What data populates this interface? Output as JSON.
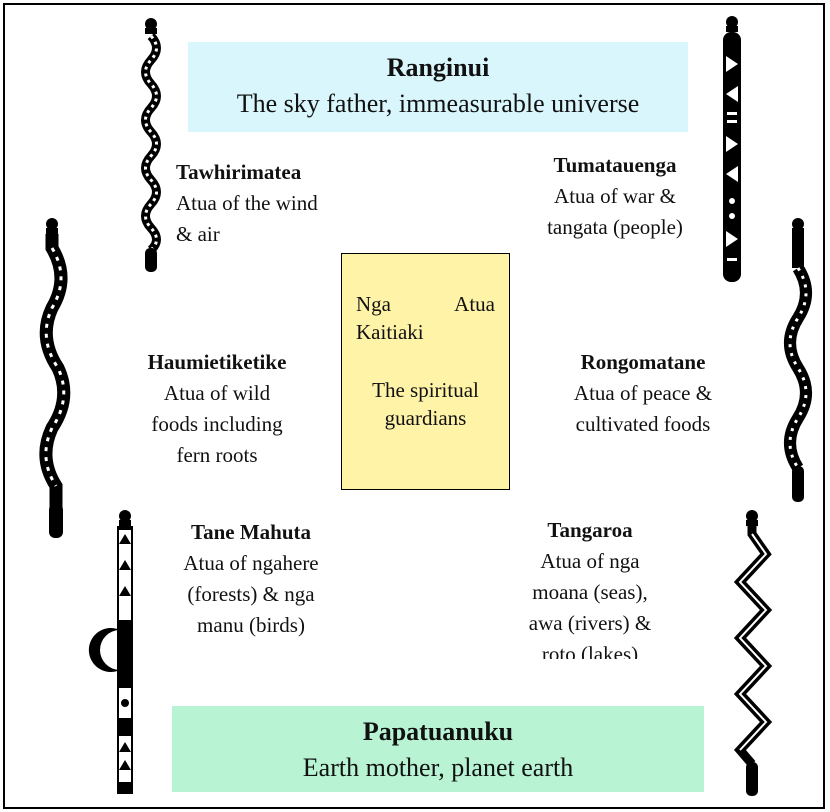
{
  "sky": {
    "name": "Ranginui",
    "description": "The sky father, immeasurable universe",
    "color": "#d8f6fb"
  },
  "earth": {
    "name": "Papatuanuku",
    "description": "Earth mother, planet earth",
    "color": "#b8f4d3"
  },
  "center": {
    "word1": "Nga",
    "word2": "Atua",
    "word3": "Kaitiaki",
    "line2a": "The spiritual",
    "line2b": "guardians",
    "color": "#fff3a8"
  },
  "atua": [
    {
      "name": "Tawhirimatea",
      "lines": [
        "Atua of the wind",
        "& air"
      ]
    },
    {
      "name": "Tumatauenga",
      "lines": [
        "Atua of war &",
        "tangata (people)"
      ]
    },
    {
      "name": "Haumietiketike",
      "lines": [
        "Atua of wild",
        "foods including",
        "fern roots"
      ]
    },
    {
      "name": "Rongomatane",
      "lines": [
        "Atua of peace &",
        "cultivated foods"
      ]
    },
    {
      "name": "Tane Mahuta",
      "lines": [
        "Atua of ngahere",
        "(forests) & nga",
        "manu (birds)"
      ]
    },
    {
      "name": "Tangaroa",
      "lines": [
        "Atua of nga",
        "moana (seas),",
        "awa (rivers) &",
        "roto (lakes)"
      ]
    }
  ],
  "staffs": [
    "wind-spiral-staff-icon",
    "war-carved-staff-icon",
    "wild-foods-wave-staff-icon",
    "peace-wave-staff-icon",
    "forest-carved-staff-icon",
    "sea-zigzag-staff-icon"
  ]
}
